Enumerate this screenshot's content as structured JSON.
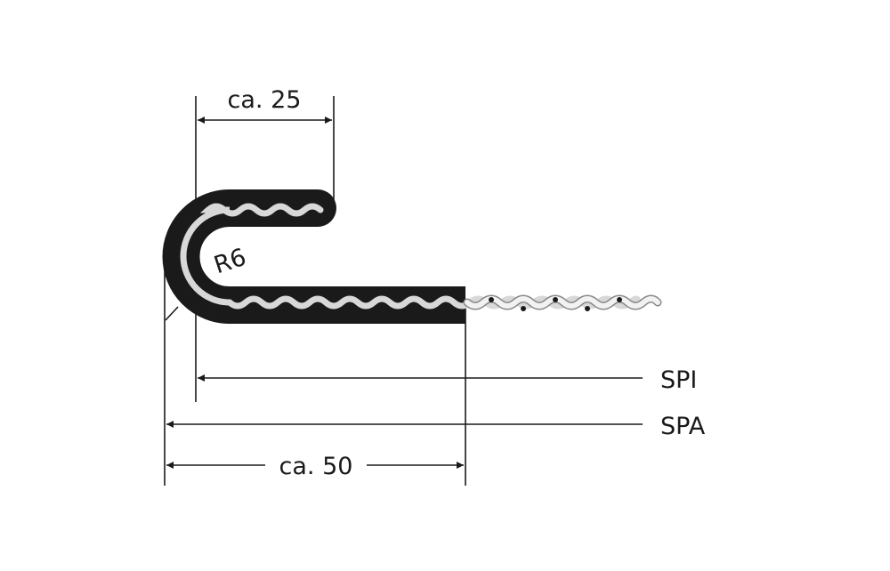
{
  "drawing": {
    "dim_top": "ca. 25",
    "dim_bottom": "ca. 50",
    "radius": "R6",
    "line_inner": "SPI",
    "line_outer": "SPA"
  },
  "colors": {
    "ink": "#1a1a1a",
    "wire": "#d8d8d8",
    "background": "#ffffff"
  }
}
